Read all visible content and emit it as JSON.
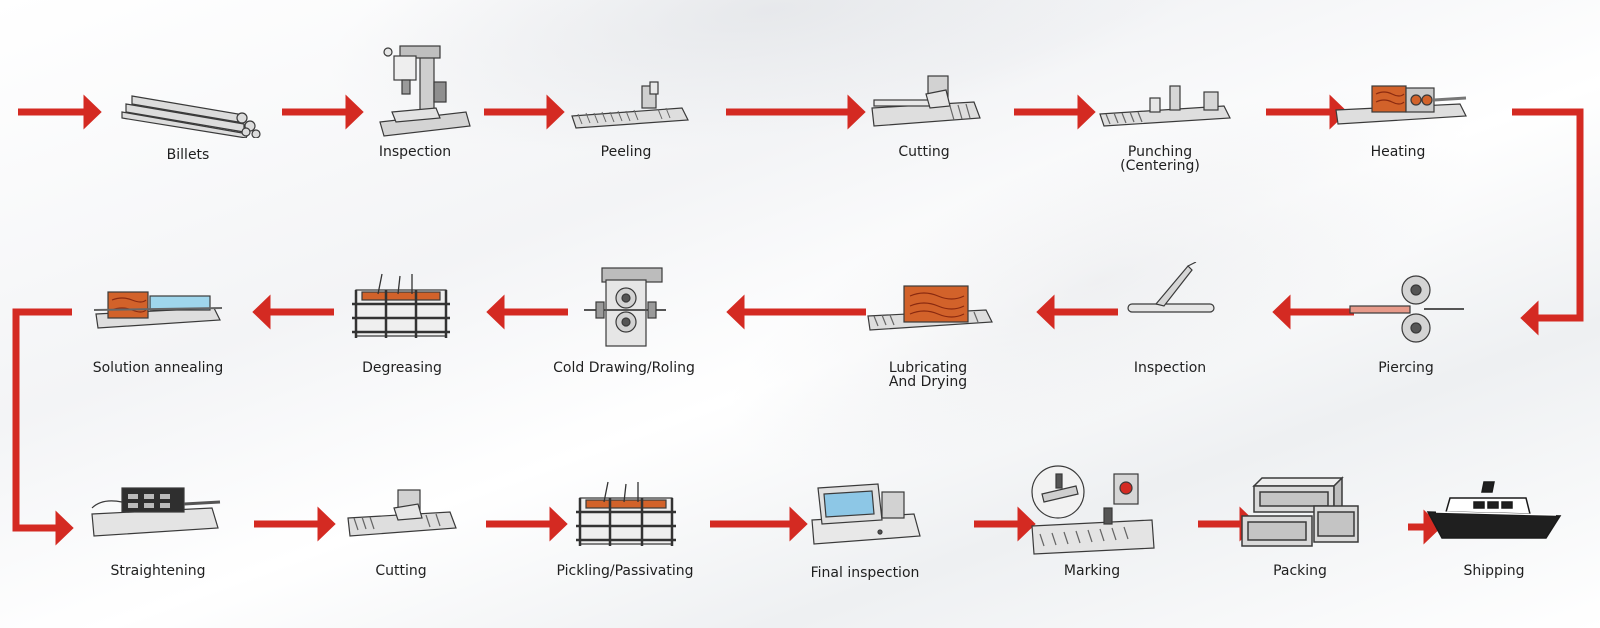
{
  "colors": {
    "arrow": "#d42a22",
    "metal": "#dadada",
    "outline": "#3a3a3a",
    "heat": "#d2622a"
  },
  "steps": [
    {
      "label": "Billets",
      "icon": "billets-icon"
    },
    {
      "label": "Inspection",
      "icon": "inspection-machine-icon"
    },
    {
      "label": "Peeling",
      "icon": "peeling-machine-icon"
    },
    {
      "label": "Cutting",
      "icon": "cutting-machine-icon"
    },
    {
      "label_line1": "Punching",
      "label_line2": "(Centering)",
      "icon": "punching-machine-icon"
    },
    {
      "label": "Heating",
      "icon": "heating-furnace-icon"
    },
    {
      "label": "Piercing",
      "icon": "piercing-rollers-icon"
    },
    {
      "label": "Inspection",
      "icon": "inspection-blade-icon"
    },
    {
      "label_line1": "Lubricating",
      "label_line2": "And Drying",
      "icon": "lubricating-oven-icon"
    },
    {
      "label": "Cold Drawing/Roling",
      "icon": "cold-drawing-rollers-icon"
    },
    {
      "label": "Degreasing",
      "icon": "degreasing-tank-icon"
    },
    {
      "label": "Solution annealing",
      "icon": "annealing-furnace-icon"
    },
    {
      "label": "Straightening",
      "icon": "straightening-machine-icon"
    },
    {
      "label": "Cutting",
      "icon": "cutting-machine-icon"
    },
    {
      "label": "Pickling/Passivating",
      "icon": "pickling-tank-icon"
    },
    {
      "label": "Final inspection",
      "icon": "final-inspection-machine-icon"
    },
    {
      "label": "Marking",
      "icon": "marking-machine-icon"
    },
    {
      "label": "Packing",
      "icon": "packing-boxes-icon"
    },
    {
      "label": "Shipping",
      "icon": "cargo-ship-icon"
    }
  ]
}
